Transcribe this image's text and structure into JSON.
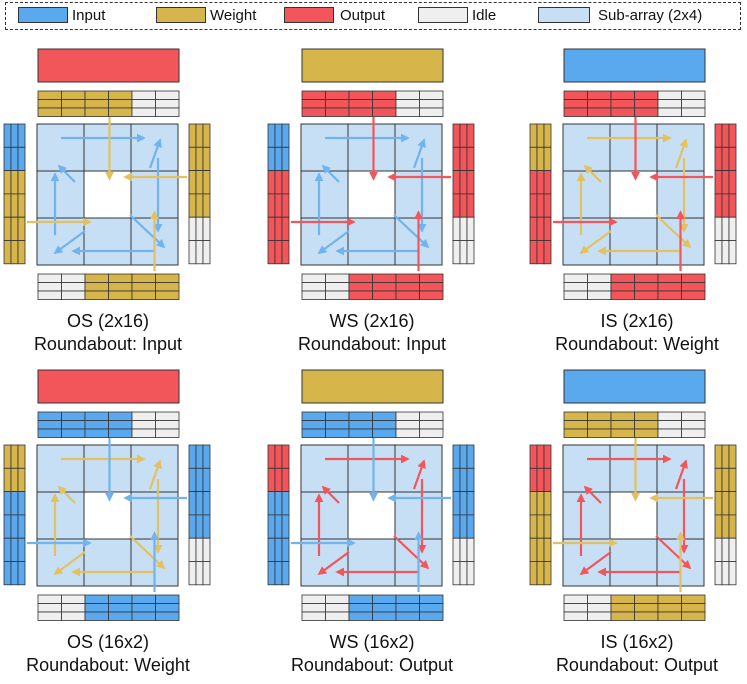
{
  "colors": {
    "input": "#5aa9ee",
    "weight": "#d6b54a",
    "output": "#f2555a",
    "idle": "#efefef",
    "subarray": "#c7dff5",
    "arrow_input": "#6fb3ef",
    "arrow_weight": "#e3c060",
    "arrow_output": "#f2555a",
    "stroke": "#333333"
  },
  "legend": [
    {
      "key": "input",
      "label": "Input"
    },
    {
      "key": "weight",
      "label": "Weight"
    },
    {
      "key": "output",
      "label": "Output"
    },
    {
      "key": "idle",
      "label": "Idle"
    },
    {
      "key": "subarray",
      "label": "Sub-array (2x4)"
    }
  ],
  "panels": [
    {
      "id": "os-2x16",
      "mode": "OS (2x16)",
      "roundabout": "Roundabout: Input",
      "top_bar": "output",
      "top_buffer": [
        "weight",
        "weight",
        "weight",
        "weight",
        "idle",
        "idle"
      ],
      "bottom_buffer": [
        "idle",
        "idle",
        "weight",
        "weight",
        "weight",
        "weight"
      ],
      "left_buffer": [
        "input",
        "input",
        "weight",
        "weight",
        "weight",
        "weight"
      ],
      "right_buffer": [
        "weight",
        "weight",
        "weight",
        "weight",
        "idle",
        "idle"
      ],
      "roundabout_flow": "input"
    },
    {
      "id": "ws-2x16",
      "mode": "WS (2x16)",
      "roundabout": "Roundabout: Input",
      "top_bar": "weight",
      "top_buffer": [
        "output",
        "output",
        "output",
        "output",
        "idle",
        "idle"
      ],
      "bottom_buffer": [
        "idle",
        "idle",
        "output",
        "output",
        "output",
        "output"
      ],
      "left_buffer": [
        "input",
        "input",
        "output",
        "output",
        "output",
        "output"
      ],
      "right_buffer": [
        "output",
        "output",
        "output",
        "output",
        "idle",
        "idle"
      ],
      "roundabout_flow": "input"
    },
    {
      "id": "is-2x16",
      "mode": "IS (2x16)",
      "roundabout": "Roundabout: Weight",
      "top_bar": "input",
      "top_buffer": [
        "output",
        "output",
        "output",
        "output",
        "idle",
        "idle"
      ],
      "bottom_buffer": [
        "idle",
        "idle",
        "output",
        "output",
        "output",
        "output"
      ],
      "left_buffer": [
        "weight",
        "weight",
        "output",
        "output",
        "output",
        "output"
      ],
      "right_buffer": [
        "output",
        "output",
        "output",
        "output",
        "idle",
        "idle"
      ],
      "roundabout_flow": "weight"
    },
    {
      "id": "os-16x2",
      "mode": "OS (16x2)",
      "roundabout": "Roundabout: Weight",
      "top_bar": "output",
      "top_buffer": [
        "input",
        "input",
        "input",
        "input",
        "idle",
        "idle"
      ],
      "bottom_buffer": [
        "idle",
        "idle",
        "input",
        "input",
        "input",
        "input"
      ],
      "left_buffer": [
        "weight",
        "weight",
        "input",
        "input",
        "input",
        "input"
      ],
      "right_buffer": [
        "input",
        "input",
        "input",
        "input",
        "idle",
        "idle"
      ],
      "roundabout_flow": "weight"
    },
    {
      "id": "ws-16x2",
      "mode": "WS (16x2)",
      "roundabout": "Roundabout: Output",
      "top_bar": "weight",
      "top_buffer": [
        "input",
        "input",
        "input",
        "input",
        "idle",
        "idle"
      ],
      "bottom_buffer": [
        "idle",
        "idle",
        "input",
        "input",
        "input",
        "input"
      ],
      "left_buffer": [
        "output",
        "output",
        "input",
        "input",
        "input",
        "input"
      ],
      "right_buffer": [
        "input",
        "input",
        "input",
        "input",
        "idle",
        "idle"
      ],
      "roundabout_flow": "output"
    },
    {
      "id": "is-16x2",
      "mode": "IS (16x2)",
      "roundabout": "Roundabout: Output",
      "top_bar": "input",
      "top_buffer": [
        "weight",
        "weight",
        "weight",
        "weight",
        "idle",
        "idle"
      ],
      "bottom_buffer": [
        "idle",
        "idle",
        "weight",
        "weight",
        "weight",
        "weight"
      ],
      "left_buffer": [
        "output",
        "output",
        "weight",
        "weight",
        "weight",
        "weight"
      ],
      "right_buffer": [
        "weight",
        "weight",
        "weight",
        "weight",
        "idle",
        "idle"
      ],
      "roundabout_flow": "output"
    }
  ]
}
